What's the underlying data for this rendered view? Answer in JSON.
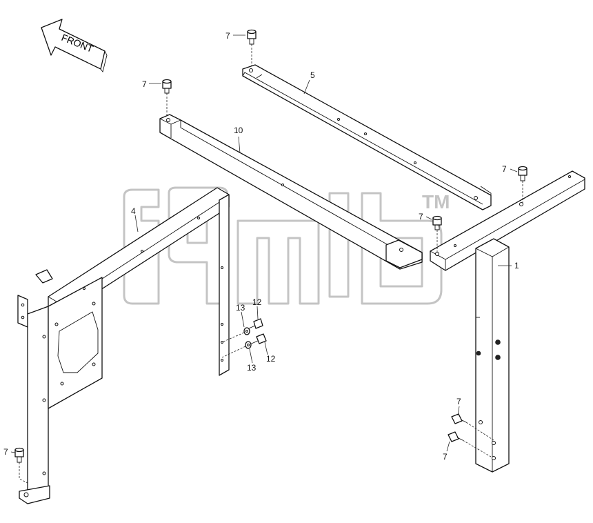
{
  "figure_id": "",
  "arrow": {
    "label": "FRONT"
  },
  "watermark": {
    "trademark": "TM"
  },
  "callouts": {
    "c1": "1",
    "c4": "4",
    "c5": "5",
    "c10": "10",
    "c7a": "7",
    "c7b": "7",
    "c7c": "7",
    "c7d": "7",
    "c7e": "7",
    "c7f": "7",
    "c7g": "7",
    "c12a": "12",
    "c12b": "12",
    "c13a": "13",
    "c13b": "13"
  },
  "colors": {
    "line": "#111111",
    "watermark": "#c4c4c4",
    "background": "#ffffff"
  }
}
